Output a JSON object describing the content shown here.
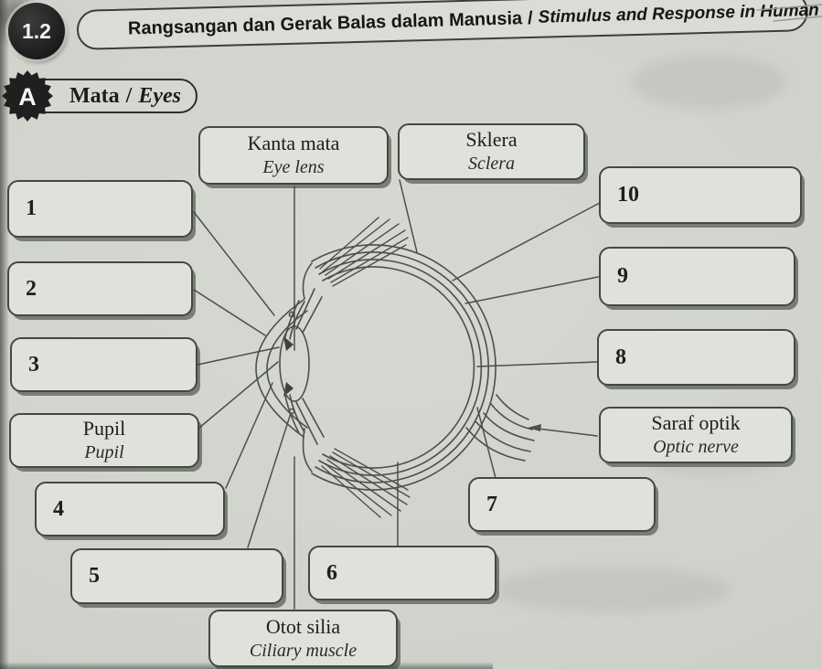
{
  "page": {
    "unit": "1.2",
    "title": {
      "ms": "Rangsangan dan Gerak Balas dalam Manusia",
      "sep": "/",
      "en": "Stimulus and Response in Human"
    },
    "section": {
      "letter": "A",
      "ms": "Mata",
      "sep": "/",
      "en": "Eyes"
    }
  },
  "colors": {
    "page_bg": "#cfd1cb",
    "box_bg": "#dfe1db",
    "box_border": "#45483f",
    "box_shadow": "#3e423a",
    "line_stroke": "#4c4f4a",
    "badge_bg": "#1f1f1f",
    "badge_text": "#f2f2f0",
    "text": "#1e1e1e"
  },
  "diagram": {
    "figure": "human-eye-cross-section",
    "labeled_boxes": {
      "eye_lens": {
        "ms": "Kanta mata",
        "en": "Eye lens"
      },
      "sclera": {
        "ms": "Sklera",
        "en": "Sclera"
      },
      "pupil": {
        "ms": "Pupil",
        "en": "Pupil"
      },
      "optic_nerve": {
        "ms": "Saraf optik",
        "en": "Optic nerve"
      },
      "ciliary_muscle": {
        "ms": "Otot silia",
        "en": "Ciliary muscle"
      }
    },
    "answer_boxes": {
      "b1": "1",
      "b2": "2",
      "b3": "3",
      "b4": "4",
      "b5": "5",
      "b6": "6",
      "b7": "7",
      "b8": "8",
      "b9": "9",
      "b10": "10"
    }
  }
}
